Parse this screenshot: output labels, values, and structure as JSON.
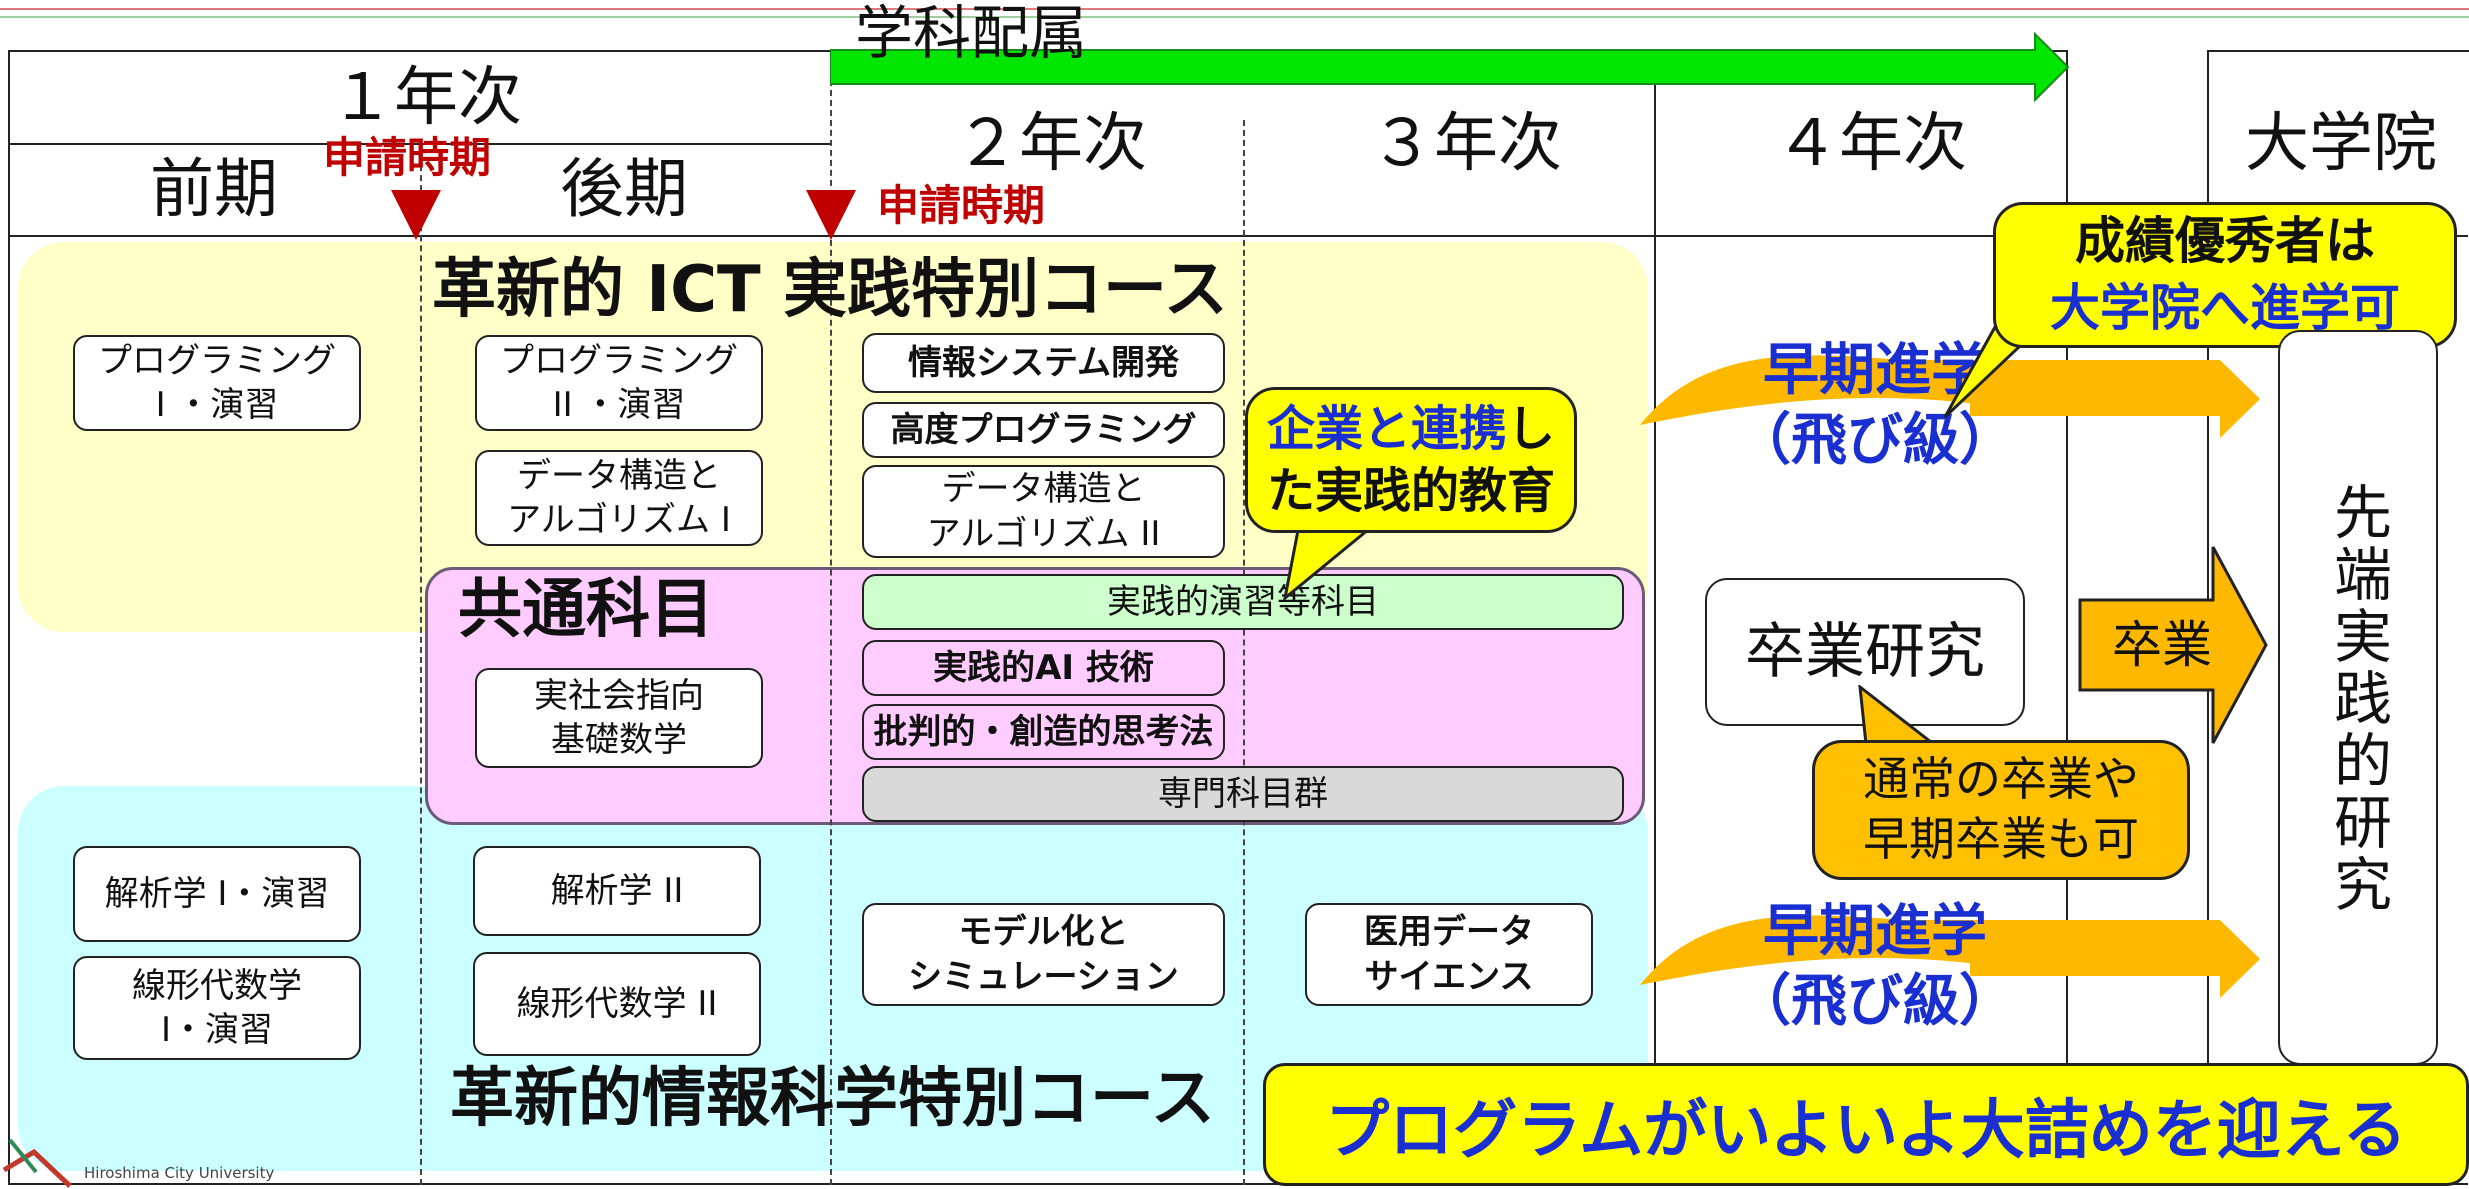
{
  "header": {
    "top_arrow_label": "学科配属",
    "year1": "１年次",
    "term_first": "前期",
    "term_second": "後期",
    "year2": "２年次",
    "year3": "３年次",
    "year4": "４年次",
    "grad": "大学院",
    "apply_label_1": "申請時期",
    "apply_label_2": "申請時期"
  },
  "ict_course": {
    "title": "革新的 ICT 実践特別コース",
    "boxes": [
      "プログラミング\nI ・演習",
      "プログラミング\nII ・演習",
      "データ構造と\nアルゴリズム I",
      "情報システム開発",
      "高度プログラミング",
      "データ構造と\nアルゴリズム II"
    ]
  },
  "common": {
    "title": "共通科目",
    "boxes": [
      "実社会指向\n基礎数学",
      "実践的演習等科目",
      "実践的AI 技術",
      "批判的・創造的思考法",
      "専門科目群"
    ]
  },
  "info_course": {
    "title": "革新的情報科学特別コース",
    "boxes": [
      "解析学 I・演習",
      "線形代数学\nI・演習",
      "解析学 II",
      "線形代数学 II",
      "モデル化と\nシミュレーション",
      "医用データ\nサイエンス"
    ]
  },
  "callouts": {
    "industry_first": "企業と連携",
    "industry_mid": "し",
    "industry_second": "た実践的教育",
    "honors_line1": "成績優秀者は",
    "honors_line2": "大学院へ進学可",
    "normal_grad": "通常の卒業や\n早期卒業も可",
    "banner": "プログラムがいよいよ大詰めを迎える"
  },
  "early_advance_top": "早期進学\n（飛び級）",
  "early_advance_bottom": "早期進学\n（飛び級）",
  "thesis": "卒業研究",
  "graduation": "卒業",
  "advanced_research": "先端実践的研究",
  "footer": {
    "university": "Hiroshima City University"
  },
  "colors": {
    "ict_panel": "#ffffc8",
    "common_panel": "#ffccff",
    "info_panel": "#ccffff",
    "green_arrow": "#00e600",
    "orange_arrow": "#ffb800",
    "callout_yellow": "#ffff00",
    "callout_orange": "#ffc000",
    "apply_red": "#c00000",
    "blue_text": "#1a2fd1"
  }
}
